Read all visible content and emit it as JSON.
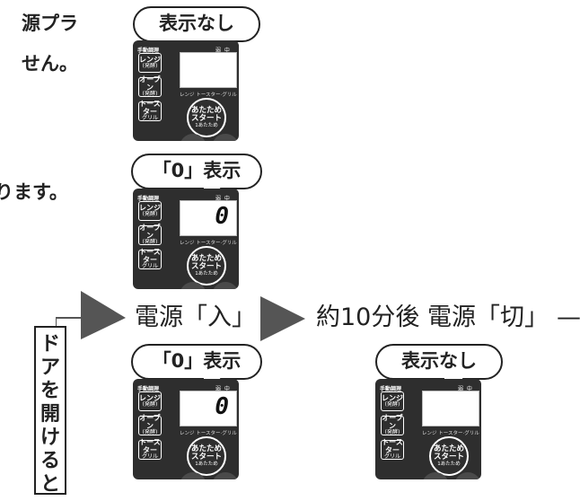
{
  "left_text": {
    "line1": "源プラ",
    "line2": "せん。",
    "line3": "ります。"
  },
  "door_label": [
    "ド",
    "ア",
    "を",
    "開",
    "け",
    "る",
    "と"
  ],
  "flow": {
    "step1": "電源「入」",
    "step2": "約10分後 電源「切」",
    "trailing_dash": "—"
  },
  "callouts": {
    "top": "表示なし",
    "middle": "「0」表示",
    "bottom_left": "「0」表示",
    "bottom_right": "表示なし"
  },
  "panel": {
    "manual_label": "手動調理",
    "strength_label": "弱 中 強",
    "modes_text": "レンジ トースター·グリル オーブン",
    "button1": {
      "main": "レンジ",
      "sub": "(発酵)"
    },
    "button2": {
      "main": "オーブン",
      "sub": "(発酵)"
    },
    "button3": {
      "main": "トースター",
      "sub": "グリル"
    },
    "start": {
      "line1": "あたため",
      "line2": "スタート",
      "sub": "1あたため"
    },
    "zero_digit": "0"
  },
  "colors": {
    "panel": "#2e2e2e",
    "arrow": "#555555",
    "text": "#222222"
  }
}
